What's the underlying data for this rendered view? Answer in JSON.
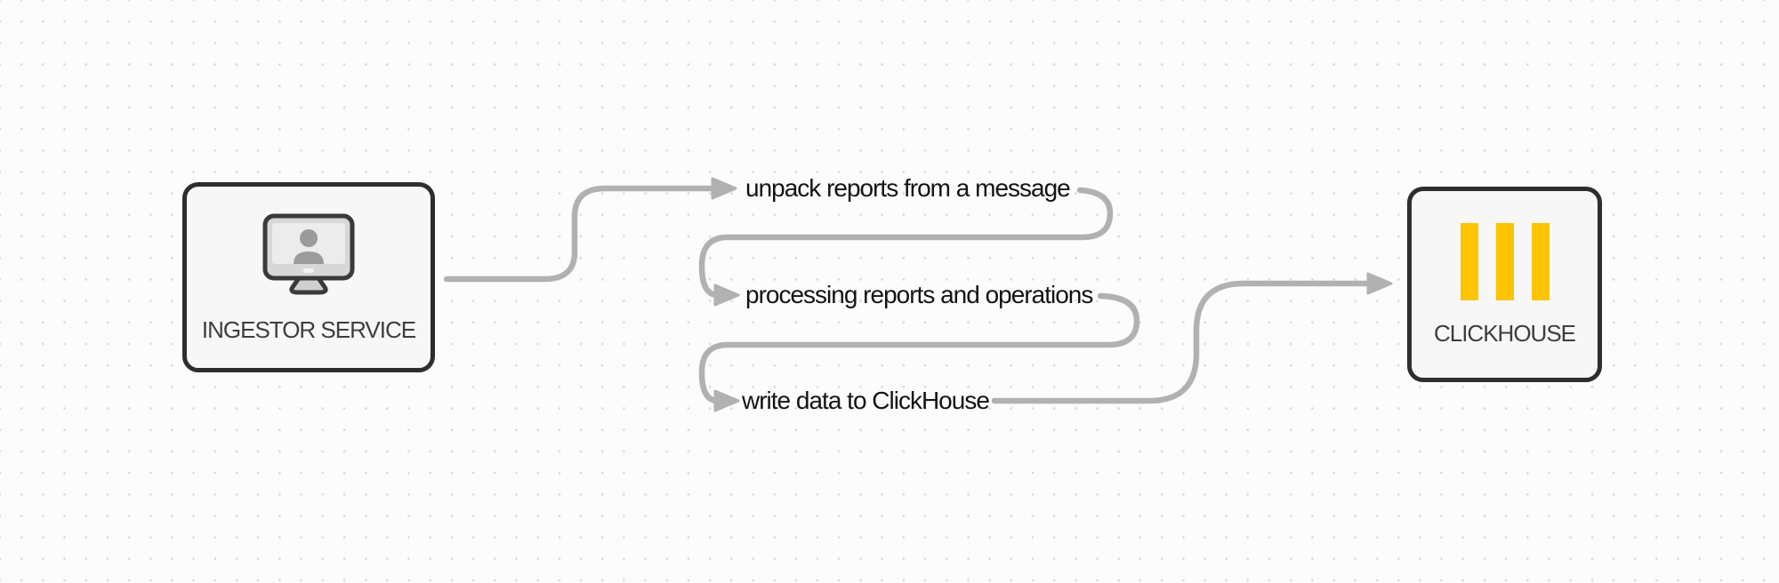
{
  "diagram": {
    "nodes": {
      "ingestor": {
        "label": "INGESTOR SERVICE",
        "icon": "monitor-user-icon"
      },
      "clickhouse": {
        "label": "CLICKHOUSE",
        "icon": "clickhouse-bars-icon"
      }
    },
    "steps": {
      "step1": {
        "label": "unpack reports from a message"
      },
      "step2": {
        "label": "processing reports and operations"
      },
      "step3": {
        "label": "write data to ClickHouse"
      }
    },
    "colors": {
      "connector_gray": "#b1b1b1",
      "node_border": "#2e2e30",
      "node_fill": "#f7f7f7",
      "clickhouse_yellow": "#fdc305",
      "step_text": "#131313",
      "node_label_text": "#3e3e40",
      "background": "#fcfcfc",
      "dot_grid": "#d9d9d9"
    }
  }
}
